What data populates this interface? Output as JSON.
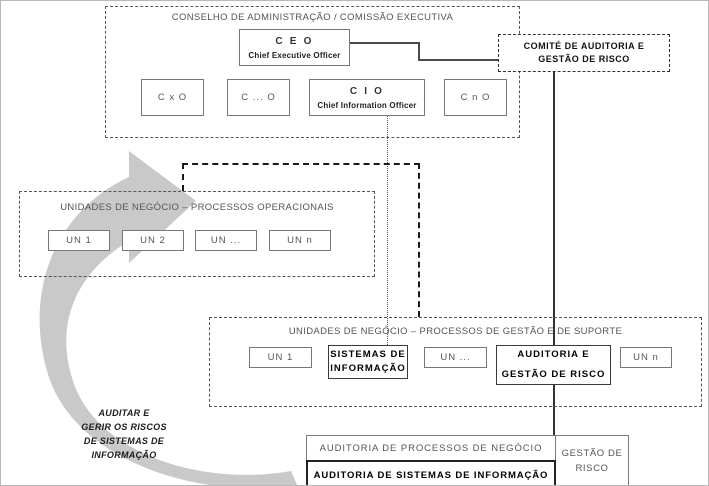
{
  "diagram": {
    "top_group": {
      "title": "CONSELHO DE ADMINISTRAÇÃO / COMISSÃO EXECUTIVA",
      "ceo": {
        "title": "C E O",
        "subtitle": "Chief Executive Officer"
      },
      "cio": {
        "title": "C I O",
        "subtitle": "Chief Information Officer"
      },
      "officers": [
        {
          "label": "C x O"
        },
        {
          "label": "C ... O"
        },
        {
          "label": "C n O"
        }
      ]
    },
    "committee": {
      "line1": "COMITÉ DE AUDITORIA E",
      "line2": "GESTÃO DE RISCO"
    },
    "operational_group": {
      "title": "UNIDADES DE NEGÓCIO – PROCESSOS OPERACIONAIS",
      "units": [
        {
          "label": "UN 1"
        },
        {
          "label": "UN 2"
        },
        {
          "label": "UN ..."
        },
        {
          "label": "UN n"
        }
      ]
    },
    "support_group": {
      "title": "UNIDADES DE NEGÓCIO – PROCESSOS DE GESTÃO E DE SUPORTE",
      "unit_1": {
        "label": "UN 1"
      },
      "sistemas": {
        "line1": "SISTEMAS DE",
        "line2": "INFORMAÇÃO"
      },
      "unit_x": {
        "label": "UN ..."
      },
      "auditoria": {
        "line1": "AUDITORIA E",
        "line2": "GESTÃO DE RISCO"
      },
      "unit_n": {
        "label": "UN n"
      }
    },
    "bottom_table": {
      "row_business": "AUDITORIA DE PROCESSOS DE NEGÓCIO",
      "row_si": "AUDITORIA DE SISTEMAS DE INFORMAÇÃO",
      "risk_cell": {
        "line1": "GESTÃO DE",
        "line2": "RISCO"
      }
    },
    "arrow_label": {
      "line1": "AUDITAR E",
      "line2": "GERIR OS RISCOS",
      "line3": "DE SISTEMAS DE",
      "line4": "INFORMAÇÃO"
    },
    "colors": {
      "arrow_gray": "#c9c9c9",
      "group_border": "#555555",
      "box_border": "#777777",
      "emphasis": "#222222"
    }
  }
}
